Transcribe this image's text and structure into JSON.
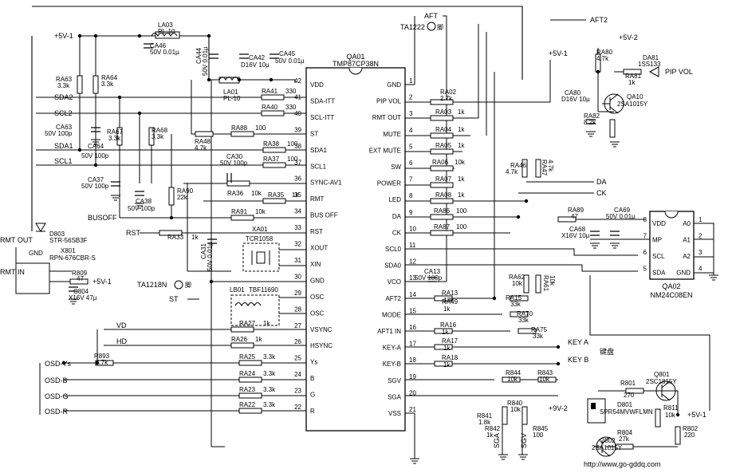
{
  "ic_main": {
    "designator": "QA01",
    "part": "TMP87CP38N",
    "left_pins": [
      {
        "num": "42",
        "name": "VDD"
      },
      {
        "num": "41",
        "name": "SDA-ITT"
      },
      {
        "num": "40",
        "name": "SCL-ITT"
      },
      {
        "num": "39",
        "name": "ST"
      },
      {
        "num": "38",
        "name": "SDA1"
      },
      {
        "num": "37",
        "name": "SCL1"
      },
      {
        "num": "36",
        "name": "SYNC-AV1"
      },
      {
        "num": "35",
        "name": "RMT"
      },
      {
        "num": "34",
        "name": "BUS OFF"
      },
      {
        "num": "33",
        "name": "RST"
      },
      {
        "num": "32",
        "name": "XOUT"
      },
      {
        "num": "31",
        "name": "XIN"
      },
      {
        "num": "30",
        "name": "GND"
      },
      {
        "num": "29",
        "name": "OSC"
      },
      {
        "num": "28",
        "name": "OSC"
      },
      {
        "num": "27",
        "name": "VSYNC"
      },
      {
        "num": "26",
        "name": "HSYNC"
      },
      {
        "num": "25",
        "name": "Ys"
      },
      {
        "num": "24",
        "name": "B"
      },
      {
        "num": "23",
        "name": "G"
      },
      {
        "num": "22",
        "name": "R"
      }
    ],
    "right_pins": [
      {
        "num": "1",
        "name": "GND"
      },
      {
        "num": "2",
        "name": "PIP VOL"
      },
      {
        "num": "3",
        "name": "RMT OUT"
      },
      {
        "num": "4",
        "name": "MUTE"
      },
      {
        "num": "5",
        "name": "EXT MUTE"
      },
      {
        "num": "6",
        "name": "SW"
      },
      {
        "num": "7",
        "name": "POWER"
      },
      {
        "num": "8",
        "name": "LED"
      },
      {
        "num": "9",
        "name": "DA"
      },
      {
        "num": "10",
        "name": "CK"
      },
      {
        "num": "11",
        "name": "SCL0"
      },
      {
        "num": "12",
        "name": "SDA0"
      },
      {
        "num": "13",
        "name": "VCO"
      },
      {
        "num": "14",
        "name": "AFT2"
      },
      {
        "num": "15",
        "name": "MODE"
      },
      {
        "num": "16",
        "name": "AFT1 IN"
      },
      {
        "num": "17",
        "name": "KEY-A"
      },
      {
        "num": "18",
        "name": "KEY-B"
      },
      {
        "num": "19",
        "name": "SGV"
      },
      {
        "num": "20",
        "name": "SGA"
      },
      {
        "num": "21",
        "name": "VSS"
      }
    ]
  },
  "ic_eeprom": {
    "designator": "QA02",
    "part": "NM24C08EN",
    "left_pins": [
      {
        "num": "8",
        "name": "VDD"
      },
      {
        "num": "7",
        "name": "MP"
      },
      {
        "num": "6",
        "name": "SCL"
      },
      {
        "num": "5",
        "name": "SDA"
      }
    ],
    "right_pins": [
      {
        "num": "1",
        "name": "A0"
      },
      {
        "num": "2",
        "name": "A1"
      },
      {
        "num": "3",
        "name": "A2"
      },
      {
        "num": "4",
        "name": "GND"
      }
    ]
  },
  "left_resistors": [
    {
      "ref": "RA41",
      "val": "330"
    },
    {
      "ref": "RA40",
      "val": "330"
    },
    {
      "ref": "RA88",
      "val": "100"
    },
    {
      "ref": "RA38",
      "val": "100"
    },
    {
      "ref": "RA37",
      "val": "100"
    },
    {
      "ref": "RA36",
      "val": "10k"
    },
    {
      "ref": "RA35",
      "val": "1k"
    },
    {
      "ref": "RA91",
      "val": "10k"
    },
    {
      "ref": "RA33",
      "val": "1k"
    },
    {
      "ref": "RA27",
      "val": "1k"
    },
    {
      "ref": "RA26",
      "val": "1k"
    },
    {
      "ref": "RA25",
      "val": "3.3k"
    },
    {
      "ref": "RA24",
      "val": "3.3k"
    },
    {
      "ref": "RA23",
      "val": "3.3k"
    },
    {
      "ref": "RA22",
      "val": "3.3k"
    }
  ],
  "right_resistors": [
    {
      "ref": "RA02",
      "val": "2.7k"
    },
    {
      "ref": "RA03",
      "val": "1k"
    },
    {
      "ref": "RA04",
      "val": "1k"
    },
    {
      "ref": "RA05",
      "val": "1k"
    },
    {
      "ref": "RA06",
      "val": "10k"
    },
    {
      "ref": "RA07",
      "val": "1k"
    },
    {
      "ref": "RA08",
      "val": "1k"
    },
    {
      "ref": "RA86",
      "val": "100"
    },
    {
      "ref": "RA87",
      "val": "100"
    },
    {
      "ref": "RA13",
      "val": "12k"
    },
    {
      "ref": "RA49",
      "val": "1k"
    },
    {
      "ref": "RA16",
      "val": "1k"
    },
    {
      "ref": "RA17",
      "val": "1k"
    },
    {
      "ref": "RA18",
      "val": "1k"
    }
  ],
  "misc_labels": {
    "vplus5v1_a": "+5V-1",
    "vplus5v1_b": "+5V-1",
    "vplus5v1_c": "+5V-1",
    "vplus5v1_d": "+5V-1",
    "vplus5v2": "+5V-2",
    "vplus9v2": "+9V-2",
    "la03": "LA03",
    "la03v": "PL-10",
    "ca46": "CA46",
    "ca46v": "50V 0.01µ",
    "ca44": "CA44",
    "ca44v": "50V 0.01µ",
    "ca42": "CA42",
    "ca42v": "D16V 10µ",
    "ca45": "CA45",
    "ca45v": "50V 0.01µ",
    "la01": "LA01",
    "la01v": "PL-10",
    "ra63": "RA63",
    "ra63v": "3.3k",
    "ra64": "RA64",
    "ra64v": "3.3k",
    "sda2": "SDA2",
    "scl2": "SCL2",
    "sda1": "SDA1",
    "scl1": "SCL1",
    "ca63": "CA63",
    "ca63v": "50V 100p",
    "ca64": "CA64",
    "ca64v": "50V 100p",
    "ra67": "RA67",
    "ra67v": "3.3k",
    "ra68": "RA68",
    "ra68v": "3.3k",
    "ra48": "RA48",
    "ra48v": "4.7k",
    "ca30": "CA30",
    "ca30v": "50V 100p",
    "ca37": "CA37",
    "ca37v": "50V 100p",
    "ca38": "CA38",
    "ca38v": "50V 100p",
    "ra90": "RA90",
    "ra90v": "22k",
    "busoff": "BUSOFF",
    "rst": "RST",
    "xa01": "XA01",
    "tcr": "TCR1058",
    "ca31": "CA31",
    "ca31v": "50V 0.01µ",
    "ta1218": "TA1218N",
    "ta1218p": "脚",
    "st": "ST",
    "lb01": "LB01",
    "tbf": "TBF11690",
    "d803": "D803",
    "d803v": "STR-56SB3F",
    "rmt_out": "RMT OUT",
    "gnd": "GND",
    "x801": "X801",
    "x801v": "RPN-676CBR-S",
    "rmt_in": "RMT IN",
    "r809": "R809",
    "r809v": "47",
    "c804": "C804",
    "c804v": "X16V 47µ",
    "vd": "VD",
    "hd": "HD",
    "r893": "R893",
    "r893v": "4.7k",
    "osd_ys": "OSD-Ys",
    "osd_b": "OSD-B",
    "osd_g": "OSD-G",
    "osd_r": "OSD-R",
    "aft": "AFT",
    "aft2": "AFT2",
    "ta1222": "TA1222",
    "ta1222p": "脚",
    "ra80": "RA80",
    "ra80v": "4.7k",
    "da81": "DA81",
    "da81v": "1SS133",
    "ra81": "RA81",
    "ra81v": "1k",
    "pipvol": "PIP VOL",
    "ca80": "CA80",
    "ca80v": "D16V 10µ",
    "qa10": "QA10",
    "qa10v": "2SA1015Y",
    "ra82": "RA82",
    "ra82v": "8.2k",
    "ra46": "RA46",
    "ra46v": "4.7k",
    "ra47": "RA47",
    "ra47v": "4.7k",
    "da": "DA",
    "ck": "CK",
    "ra89": "RA89",
    "ra89v": "47",
    "ca69": "CA69",
    "ca69v": "50V 0.01µ",
    "ca68": "CA68",
    "ca68v": "X16V 10µ",
    "ca13": "CA13",
    "ca13v": "50V 100p",
    "ra62": "RA62",
    "ra62v": "10k",
    "ra61": "RA61",
    "ra61v": "10k",
    "ra15": "RA15",
    "ra15v": "33k",
    "ra70": "RA70",
    "ra70v": "33k",
    "ra75": "RA75",
    "ra75v": "33k",
    "keya": "KEY A",
    "keyb": "KEY B",
    "keypad": "键盘",
    "r844": "R844",
    "r844v": "10k",
    "r843": "R843",
    "r843v": "10k",
    "r840": "R840",
    "r840v": "10k",
    "r841": "R841",
    "r841v": "1.8k",
    "r842": "R842",
    "r842v": "1k",
    "r845": "R845",
    "r845v": "100",
    "sga": "SGA",
    "sgv": "SGV",
    "r801": "R801",
    "r801v": "270",
    "q801": "Q801",
    "q801v": "2SC1815Y",
    "d801": "D801",
    "d801v": "SPR54MVWFLMN",
    "r811": "R811",
    "r811v": "10k",
    "r804": "R804",
    "r804v": "27k",
    "r802": "R802",
    "r802v": "220",
    "q802": "Q802",
    "q802v": "2SA1015Y",
    "url": "http://www.go-gddq.com"
  }
}
